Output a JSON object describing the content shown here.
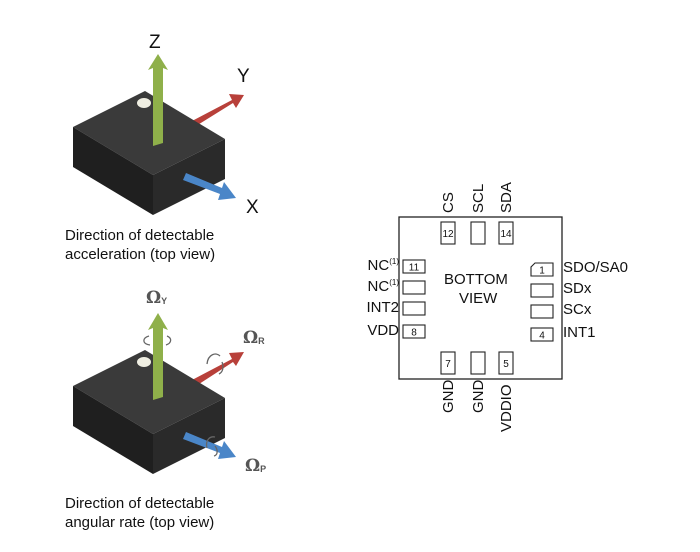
{
  "accel_diagram": {
    "axes": {
      "z": "Z",
      "y": "Y",
      "x": "X"
    },
    "caption_line1": "Direction of detectable",
    "caption_line2": "acceleration (top view)",
    "colors": {
      "z_arrow": "#8fb04a",
      "y_arrow": "#b8403a",
      "x_arrow": "#4a86c8",
      "chip": "#2b2b2b"
    }
  },
  "gyro_diagram": {
    "axes": {
      "yaw": {
        "symbol": "Ω",
        "sub": "Y"
      },
      "roll": {
        "symbol": "Ω",
        "sub": "R"
      },
      "pitch": {
        "symbol": "Ω",
        "sub": "P"
      }
    },
    "caption_line1": "Direction of detectable",
    "caption_line2": "angular rate (top view)"
  },
  "pinout": {
    "center_line1": "BOTTOM",
    "center_line2": "VIEW",
    "top_pins": [
      {
        "label": "CS",
        "number": "12"
      },
      {
        "label": "SCL",
        "number": ""
      },
      {
        "label": "SDA",
        "number": "14"
      }
    ],
    "bottom_pins": [
      {
        "label": "GND",
        "number": "7"
      },
      {
        "label": "GND",
        "number": ""
      },
      {
        "label": "VDDIO",
        "number": "5"
      }
    ],
    "left_pins": [
      {
        "label": "NC",
        "sup": "(1)",
        "number": "11"
      },
      {
        "label": "NC",
        "sup": "(1)",
        "number": ""
      },
      {
        "label": "INT2",
        "sup": "",
        "number": ""
      },
      {
        "label": "VDD",
        "sup": "",
        "number": "8"
      }
    ],
    "right_pins": [
      {
        "label": "SDO/SA0",
        "number": "1"
      },
      {
        "label": "SDx",
        "number": ""
      },
      {
        "label": "SCx",
        "number": ""
      },
      {
        "label": "INT1",
        "number": "4"
      }
    ]
  }
}
